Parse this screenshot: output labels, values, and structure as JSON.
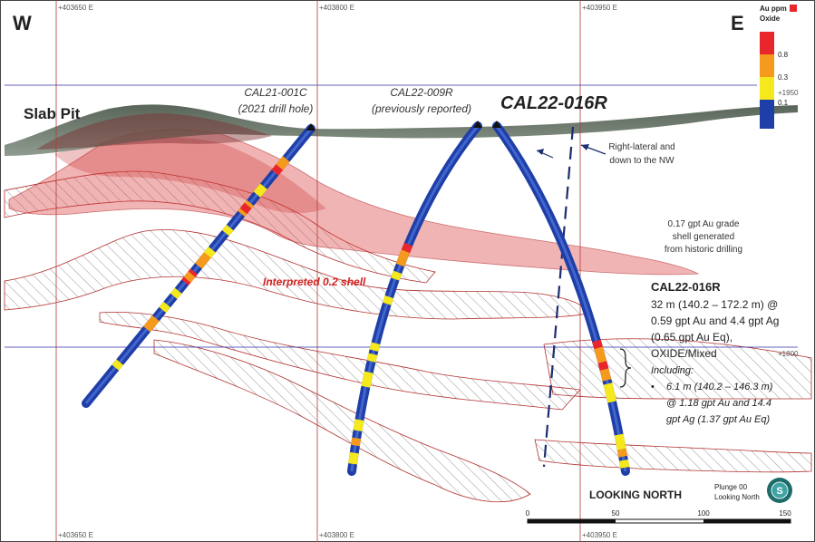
{
  "direction": {
    "west": "W",
    "east": "E"
  },
  "grid": {
    "top_eastings": [
      "+403650 E",
      "+403800 E",
      "+403950 E"
    ],
    "bottom_eastings": [
      "+403650 E",
      "+403800 E",
      "+403950 E"
    ],
    "elevations": [
      "+1950",
      "+1800"
    ]
  },
  "legend": {
    "title_line1": "Au ppm",
    "title_line2": "Oxide",
    "values": [
      "0.8",
      "0.3",
      "0.1"
    ],
    "colors": [
      "#e8262b",
      "#f59a1c",
      "#f5e81d",
      "#1e3fa8"
    ]
  },
  "labels": {
    "slab_pit": "Slab Pit",
    "hole1_name": "CAL21-001C",
    "hole1_note": "(2021 drill hole)",
    "hole2_name": "CAL22-009R",
    "hole2_note": "(previously reported)",
    "hole3_name": "CAL22-016R",
    "fault_line1": "Right-lateral and",
    "fault_line2": "down to the NW",
    "shell_line1": "0.17 gpt Au grade",
    "shell_line2": "shell generated",
    "shell_line3": "from historic drilling",
    "interpreted_shell": "Interpreted 0.2 shell"
  },
  "intercept": {
    "title": "CAL22-016R",
    "lines": [
      "32 m (140.2 – 172.2 m) @",
      "0.59 gpt Au and 4.4 gpt Ag",
      "(0.65 gpt Au Eq),",
      "OXIDE/Mixed"
    ],
    "including_label": "Including:",
    "bullet": "•",
    "including_lines": [
      "6.1 m (140.2 – 146.3 m)",
      "@ 1.18 gpt Au and 14.4",
      "gpt Ag (1.37 gpt Au Eq)"
    ]
  },
  "view": {
    "looking": "LOOKING NORTH",
    "plunge": "Plunge 00",
    "azimuth": "Looking North",
    "compass_letter": "S"
  },
  "scale_bar": {
    "ticks": [
      "0",
      "50",
      "100",
      "150"
    ]
  }
}
